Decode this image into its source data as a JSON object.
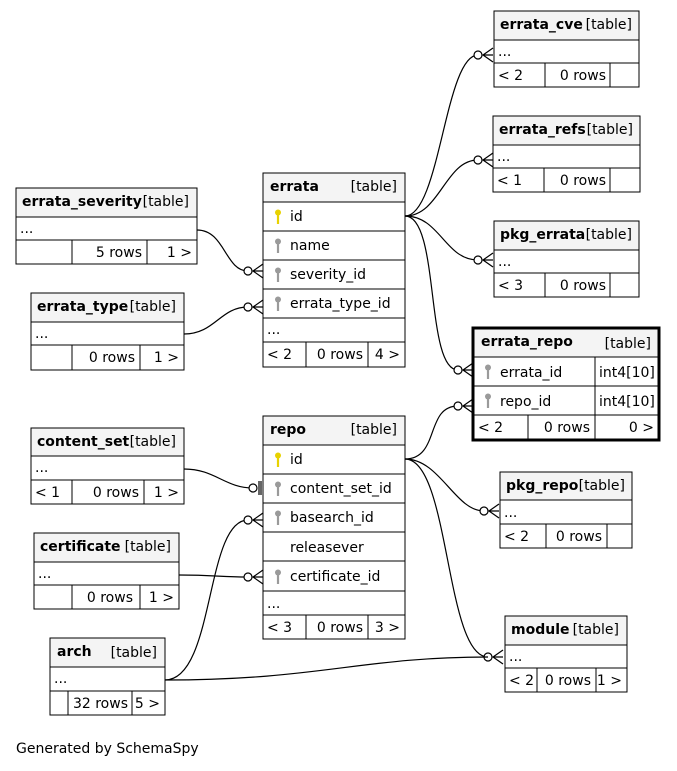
{
  "footer": "Generated by SchemaSpy",
  "tables": {
    "errata_cve": {
      "name": "errata_cve",
      "tag": "[table]",
      "ellipsis": "...",
      "left": "< 2",
      "rows": "0 rows",
      "right": ""
    },
    "errata_refs": {
      "name": "errata_refs",
      "tag": "[table]",
      "ellipsis": "...",
      "left": "< 1",
      "rows": "0 rows",
      "right": ""
    },
    "pkg_errata": {
      "name": "pkg_errata",
      "tag": "[table]",
      "ellipsis": "...",
      "left": "< 3",
      "rows": "0 rows",
      "right": ""
    },
    "errata_severity": {
      "name": "errata_severity",
      "tag": "[table]",
      "ellipsis": "...",
      "left": "",
      "rows": "5 rows",
      "right": "1 >"
    },
    "errata_type": {
      "name": "errata_type",
      "tag": "[table]",
      "ellipsis": "...",
      "left": "",
      "rows": "0 rows",
      "right": "1 >"
    },
    "errata": {
      "name": "errata",
      "tag": "[table]",
      "columns": [
        "id",
        "name",
        "severity_id",
        "errata_type_id"
      ],
      "ellipsis": "...",
      "left": "< 2",
      "rows": "0 rows",
      "right": "4 >"
    },
    "errata_repo": {
      "name": "errata_repo",
      "tag": "[table]",
      "columns": [
        {
          "name": "errata_id",
          "type": "int4[10]"
        },
        {
          "name": "repo_id",
          "type": "int4[10]"
        }
      ],
      "left": "< 2",
      "rows": "0 rows",
      "right": "0 >"
    },
    "content_set": {
      "name": "content_set",
      "tag": "[table]",
      "ellipsis": "...",
      "left": "< 1",
      "rows": "0 rows",
      "right": "1 >"
    },
    "certificate": {
      "name": "certificate",
      "tag": "[table]",
      "ellipsis": "...",
      "left": "",
      "rows": "0 rows",
      "right": "1 >"
    },
    "arch": {
      "name": "arch",
      "tag": "[table]",
      "ellipsis": "...",
      "left": "",
      "rows": "32 rows",
      "right": "5 >"
    },
    "repo": {
      "name": "repo",
      "tag": "[table]",
      "columns": [
        "id",
        "content_set_id",
        "basearch_id",
        "releasever",
        "certificate_id"
      ],
      "ellipsis": "...",
      "left": "< 3",
      "rows": "0 rows",
      "right": "3 >"
    },
    "pkg_repo": {
      "name": "pkg_repo",
      "tag": "[table]",
      "ellipsis": "...",
      "left": "< 2",
      "rows": "0 rows",
      "right": ""
    },
    "module": {
      "name": "module",
      "tag": "[table]",
      "ellipsis": "...",
      "left": "< 2",
      "rows": "0 rows",
      "right": "1 >"
    }
  },
  "colors": {
    "header_fill": "#f4f4f4",
    "primary_key": "#e8d200",
    "foreign_key": "#9a9a9a",
    "line": "#000000"
  }
}
